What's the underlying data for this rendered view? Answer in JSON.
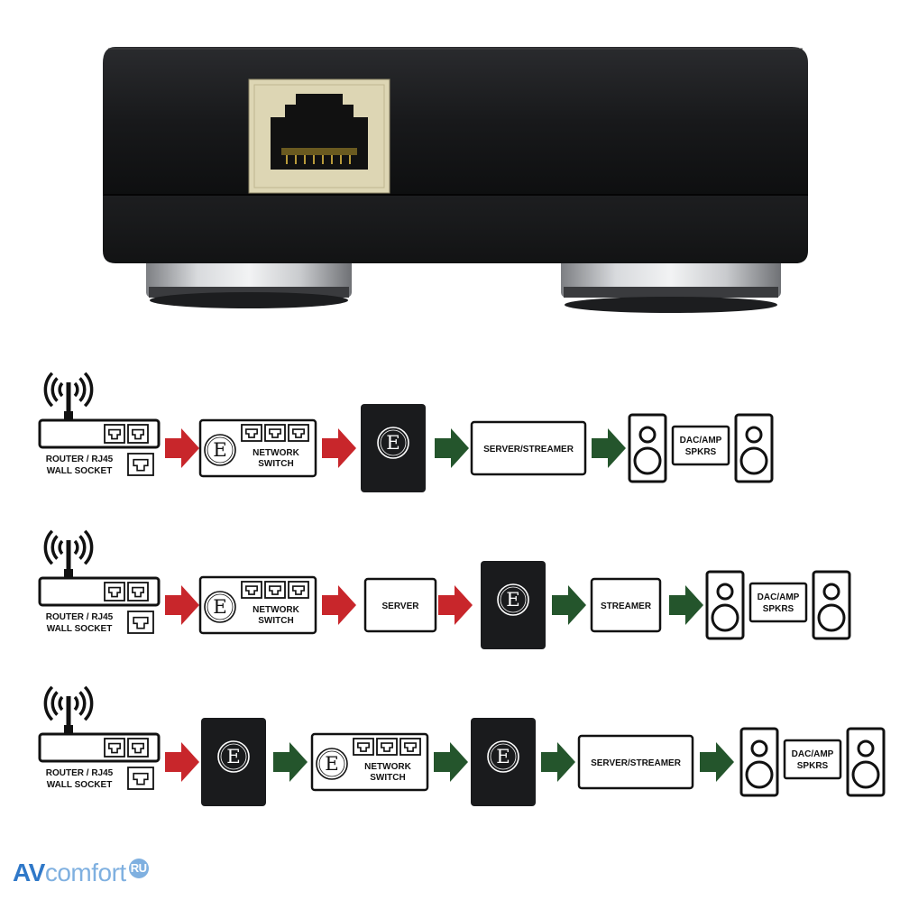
{
  "labels": {
    "router": [
      "ROUTER / RJ45",
      "WALL SOCKET"
    ],
    "network_switch": [
      "NETWORK",
      "SWITCH"
    ],
    "server_streamer": "SERVER/STREAMER",
    "server": "SERVER",
    "streamer": "STREAMER",
    "dac_amp": [
      "DAC/AMP",
      "SPKRS"
    ],
    "device_logo": "E"
  },
  "colors": {
    "device_body": "#1a1b1d",
    "rj45_frame": "#ddd6b4",
    "arrow_red": "#c8262b",
    "arrow_green": "#24552c",
    "outline": "#111111"
  },
  "chains": [
    [
      "router",
      "arrow-red",
      "switch",
      "arrow-red",
      "device",
      "arrow-green",
      "server_streamer",
      "arrow-green",
      "speakers"
    ],
    [
      "router",
      "arrow-red",
      "switch",
      "arrow-red",
      "server",
      "arrow-red",
      "device",
      "arrow-green",
      "streamer",
      "arrow-green",
      "speakers"
    ],
    [
      "router",
      "arrow-red",
      "device",
      "arrow-green",
      "switch",
      "arrow-green",
      "device",
      "arrow-green",
      "server_streamer",
      "arrow-green",
      "speakers"
    ]
  ],
  "watermark": {
    "brand_a": "AV",
    "brand_b": "comfort",
    "badge": "RU"
  }
}
